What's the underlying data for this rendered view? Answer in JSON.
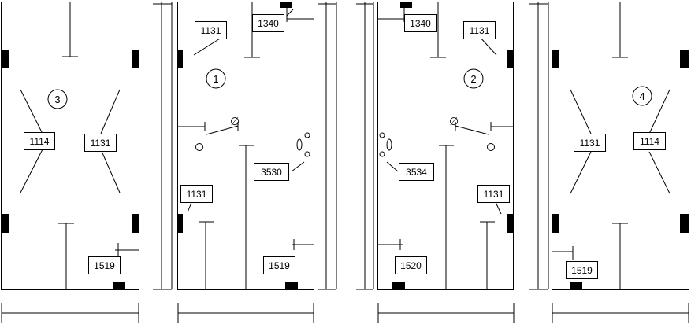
{
  "diagram": {
    "panels": [
      {
        "number": "3",
        "tags": [
          "1114",
          "1131",
          "1519"
        ]
      },
      {
        "number": "1",
        "tags": [
          "1131",
          "1340",
          "1131",
          "3530",
          "1519"
        ]
      },
      {
        "number": "2",
        "tags": [
          "1340",
          "1131",
          "3534",
          "1131",
          "1520"
        ]
      },
      {
        "number": "4",
        "tags": [
          "1131",
          "1114",
          "1519"
        ]
      }
    ],
    "symbols": {
      "diameter": "∅"
    },
    "colors": {
      "line": "#000000",
      "background": "#ffffff",
      "hardware": "#000000"
    }
  }
}
